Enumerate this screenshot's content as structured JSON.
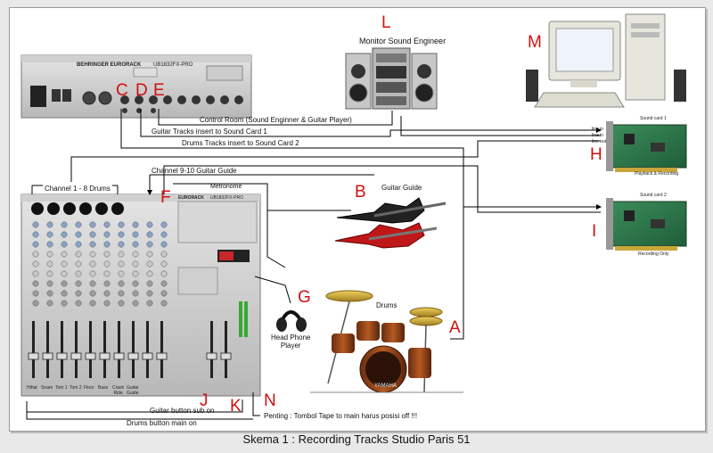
{
  "caption": "Skema 1 : Recording Tracks Studio Paris 51",
  "top_mixer": {
    "brand": "BEHRINGER EURORACK",
    "model": "UB1832FX-PRO"
  },
  "main_mixer": {
    "brand": "EURORACK",
    "model": "UB1832FX-PRO"
  },
  "markers": {
    "A": "A",
    "B": "B",
    "C": "C",
    "D": "D",
    "E": "E",
    "F": "F",
    "G": "G",
    "H": "H",
    "I": "I",
    "J": "J",
    "K": "K",
    "L": "L",
    "M": "M",
    "N": "N"
  },
  "labels": {
    "monitor": "Monitor Sound Engineer",
    "control_room": "Control Room (Sound Enginner & Guitar Player)",
    "guitar_insert": "Guitar Tracks insert to Sound Card 1",
    "drums_insert": "Drums Tracks insert to Sound Card 2",
    "channel_9_10": "Channel 9-10 Guitar Guide",
    "channel_1_8": "Channel 1 - 8 Drums",
    "metronome": "Metronome",
    "guitar_guide": "Guitar Guide",
    "headphone": "Head Phone\nPlayer",
    "drums": "Drums",
    "drum_brand": "YAMAHA",
    "guitar_button": "Guitar button sub on",
    "drums_button": "Drums button main on",
    "penting": "Penting : Tombol Tape to main harus posisi off !!!",
    "soundcard1": "Sound card 1",
    "soundcard1_sub": "Playback & Recording",
    "soundcard2": "Sound card 2",
    "soundcard2_sub": "Recording Only",
    "jack_line_in": "line in",
    "jack_line_in2": "line in",
    "jack_line_out": "line out"
  },
  "channel_labels": [
    "Hihat",
    "Snare",
    "Tom 1",
    "Tom 2",
    "Floor",
    "Bass",
    "Crash\nRide",
    "Guitar\nGuide"
  ]
}
